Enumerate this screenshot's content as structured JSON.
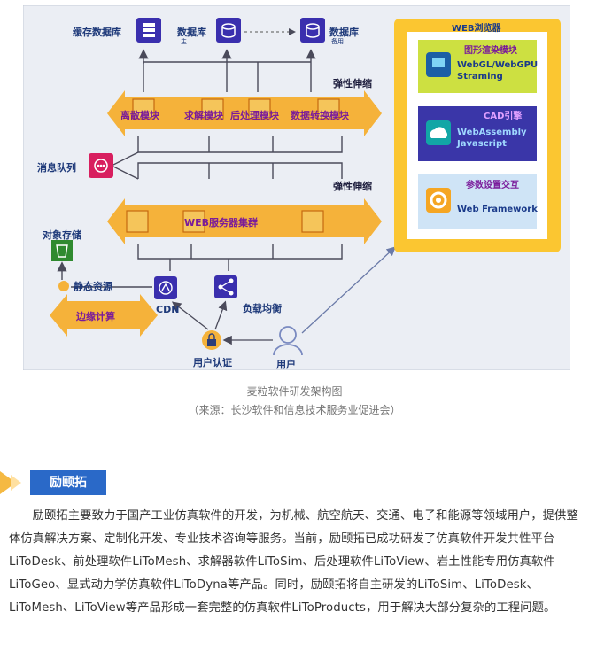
{
  "diagram": {
    "cache_db": "缓存数据库",
    "db_main": "数据库",
    "db_main_sub": "主",
    "db_backup": "数据库",
    "db_backup_sub": "备用",
    "elastic_top": "弹性伸缩",
    "elastic_bottom": "弹性伸缩",
    "module_discrete": "离散模块",
    "module_solver": "求解模块",
    "module_post": "后处理模块",
    "module_convert": "数据转换模块",
    "message_queue": "消息队列",
    "web_cluster": "WEB服务器集群",
    "object_storage": "对象存储",
    "static_resources": "静态资源",
    "edge_computing": "边缘计算",
    "cdn": "CDN",
    "load_balance": "负载均衡",
    "user_auth": "用户认证",
    "user": "用户",
    "browser_title": "WEB浏览器",
    "graphics_title": "图形渲染模块",
    "graphics_desc_1": "WebGL/WebGPU",
    "graphics_desc_2": "Straming",
    "cad_title": "CAD引擎",
    "cad_desc_1": "WebAssembly",
    "cad_desc_2": "Javascript",
    "param_title": "参数设置交互",
    "param_desc": "Web Framework"
  },
  "caption": {
    "title": "麦粒软件研发架构图",
    "source": "（来源：长沙软件和信息技术服务业促进会）"
  },
  "section": {
    "tag": "励颐拓",
    "paragraph": "励颐拓主要致力于国产工业仿真软件的开发，为机械、航空航天、交通、电子和能源等领域用户，提供整体仿真解决方案、定制化开发、专业技术咨询等服务。当前，励颐拓已成功研发了仿真软件开发共性平台LiToDesk、前处理软件LiToMesh、求解器软件LiToSim、后处理软件LiToView、岩土性能专用仿真软件 LiToGeo、显式动力学仿真软件LiToDyna等产品。同时，励颐拓将自主研发的LiToSim、LiToDesk、LiToMesh、LiToView等产品形成一套完整的仿真软件LiToProducts，用于解决大部分复杂的工程问题。"
  },
  "colors": {
    "diagram_bg": "#ebeef4",
    "arrow_orange": "#f5b23a",
    "browser_yellow": "#fbc631",
    "graphics_green": "#cde041",
    "cad_purple": "#3a36a8",
    "param_blue": "#cfe4f6",
    "tag_blue": "#2a69c8"
  }
}
